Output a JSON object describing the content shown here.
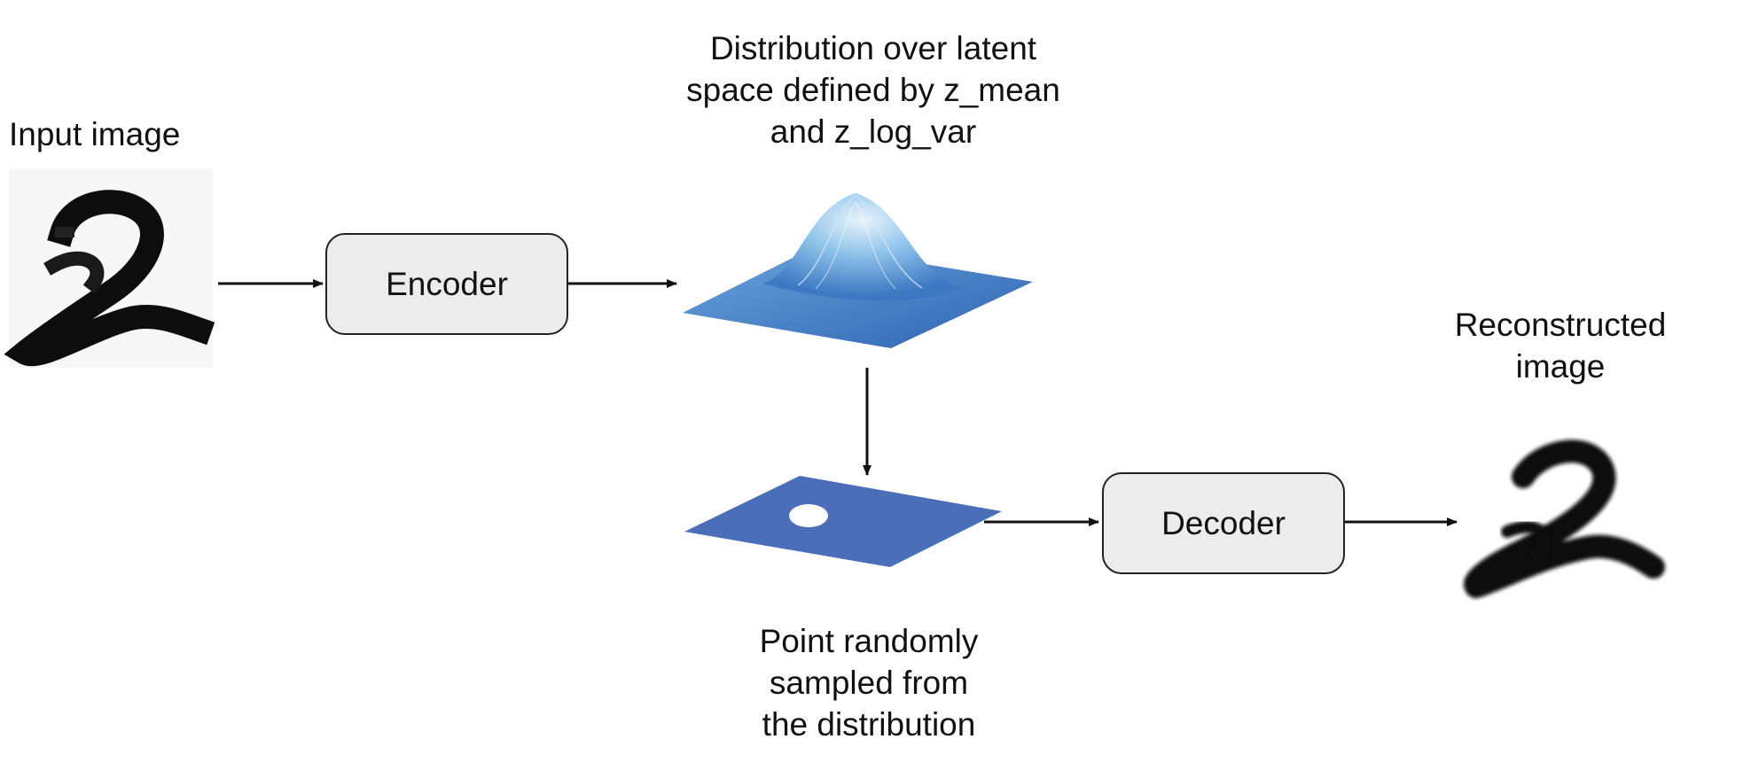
{
  "labels": {
    "input_image": "Input image",
    "distribution": [
      "Distribution over latent",
      "space defined by z_mean",
      "and z_log_var"
    ],
    "reconstructed": [
      "Reconstructed",
      "image"
    ],
    "sampled_point": [
      "Point randomly",
      "sampled from",
      "the distribution"
    ]
  },
  "blocks": {
    "encoder": "Encoder",
    "decoder": "Decoder"
  },
  "colors": {
    "surface_blue": "#4a6fb8",
    "box_fill": "#ececec",
    "ink": "#111111"
  }
}
